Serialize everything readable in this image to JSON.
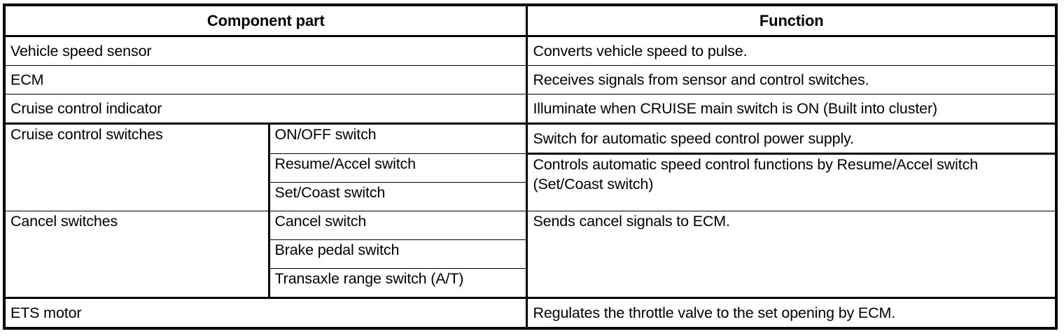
{
  "table": {
    "headers": {
      "component_part": "Component part",
      "function": "Function"
    },
    "rows": [
      {
        "component": "Vehicle speed sensor",
        "sub": null,
        "function": "Converts vehicle speed to pulse."
      },
      {
        "component": "ECM",
        "sub": null,
        "function": "Receives signals from sensor and control switches."
      },
      {
        "component": "Cruise control indicator",
        "sub": null,
        "function": "Illuminate when CRUISE main switch is ON (Built into cluster)"
      },
      {
        "component": "Cruise control switches",
        "sub": "ON/OFF switch",
        "function": "Switch for automatic speed control power supply."
      },
      {
        "component": "",
        "sub": "Resume/Accel switch",
        "function": "Controls automatic speed control functions by Resume/Accel switch (Set/Coast switch)"
      },
      {
        "component": "",
        "sub": "Set/Coast switch",
        "function": ""
      },
      {
        "component": "Cancel switches",
        "sub": "Cancel switch",
        "function": "Sends cancel signals to ECM."
      },
      {
        "component": "",
        "sub": "Brake pedal switch",
        "function": ""
      },
      {
        "component": "",
        "sub": "Transaxle range switch (A/T)",
        "function": ""
      },
      {
        "component": "ETS motor",
        "sub": null,
        "function": "Regulates the throttle valve to the set opening by ECM."
      }
    ]
  },
  "colors": {
    "border": "#000000",
    "text": "#000000",
    "background": "#ffffff"
  }
}
